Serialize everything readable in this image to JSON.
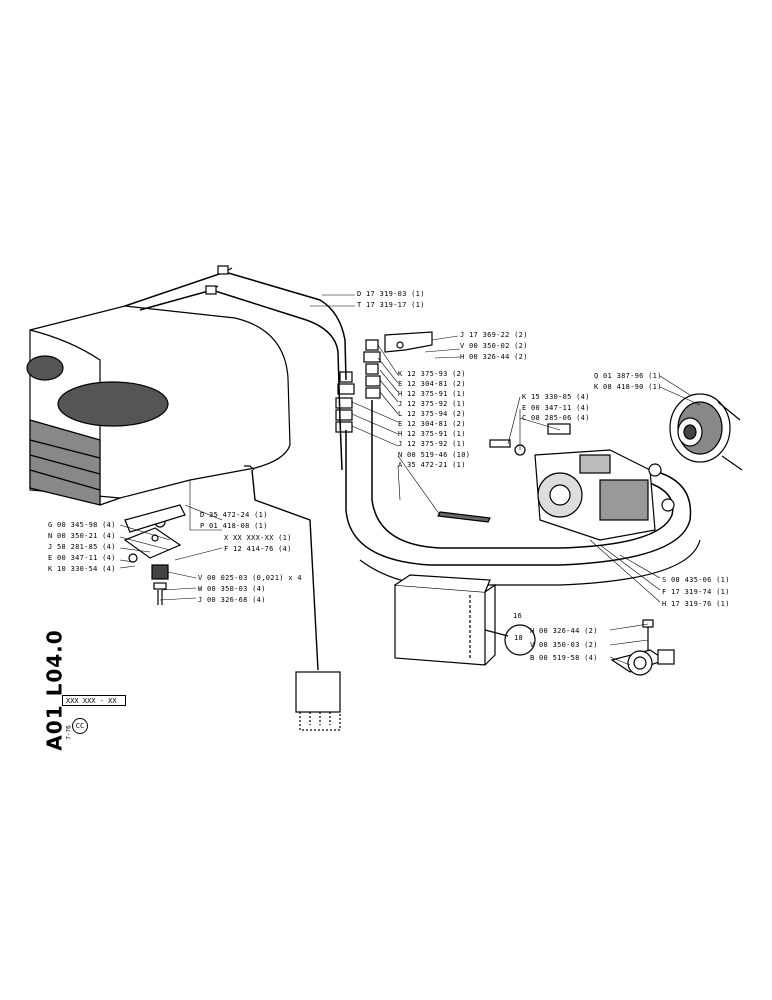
{
  "title_code": "A01 L04.0",
  "ref_box": "XXX XXX - XX",
  "cc_mark": "CC",
  "date_mark": "7-76",
  "connector_number": "16",
  "connector_pin": "18",
  "labels": [
    "D 17 319-03 (1)",
    "T 17 319-17 (1)",
    "J 17 369-22 (2)",
    "V 00 350-02 (2)",
    "H 00 326-44 (2)",
    "K 12 375-93 (2)",
    "E 12 304-81 (2)",
    "H 12 375-91 (1)",
    "J 12 375-92 (1)",
    "L 12 375-94 (2)",
    "E 12 304-81 (2)",
    "H 12 375-91 (1)",
    "J 12 375-92 (1)",
    "N 00 519-46 (10)",
    "A 35 472-21 (1)",
    "K 15 330-05 (4)",
    "E 00 347-11 (4)",
    "C 08 285-06 (4)",
    "Q 01 387-96 (1)",
    "K 08 418-90 (1)",
    "D 35 472-24 (1)",
    "P 01 418-08 (1)",
    "X XX XXX-XX (1)",
    "F 12 414-76 (4)",
    "G 00 345-98 (4)",
    "N 00 350-21 (4)",
    "J 58 281-85 (4)",
    "E 00 347-11 (4)",
    "K 10 330-54 (4)",
    "V 00 025-03 (0,021) x 4",
    "W 00 350-03 (4)",
    "J 00 326-68 (4)",
    "S 08 435-06 (1)",
    "F 17 319-74 (1)",
    "H 17 319-76 (1)",
    "H 00 326-44 (2)",
    "V 00 350-03 (2)",
    "B 00 519-58 (4)"
  ]
}
